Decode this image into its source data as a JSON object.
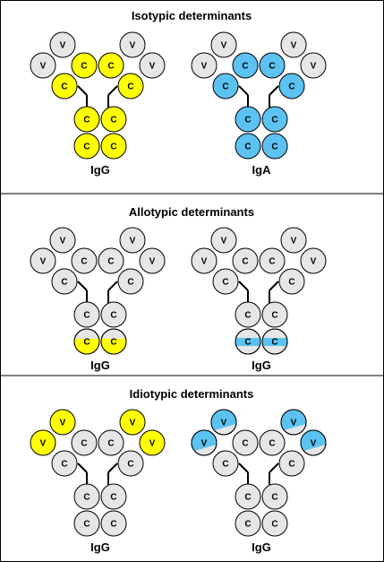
{
  "colors": {
    "grey": "#e6e6e6",
    "yellow": "#ffff00",
    "blue": "#5cc2f2",
    "outline": "#000000",
    "divider": "#000000"
  },
  "panels": [
    {
      "title": "Isotypic determinants",
      "antibodies": [
        {
          "name": "IgG",
          "fills": {
            "V": "grey",
            "CL": "yellow",
            "CH1": "yellow",
            "CH2": "yellow",
            "CH3": "yellow"
          }
        },
        {
          "name": "IgA",
          "fills": {
            "V": "grey",
            "CL": "blue",
            "CH1": "blue",
            "CH2": "blue",
            "CH3": "blue"
          }
        }
      ]
    },
    {
      "title": "Allotypic determinants",
      "antibodies": [
        {
          "name": "IgG",
          "fills": {
            "V": "grey",
            "CL": "grey",
            "CH1": "grey",
            "CH2": "grey",
            "CH3": "grey"
          },
          "band": {
            "part": "CH3",
            "color": "yellow",
            "style": "lower"
          }
        },
        {
          "name": "IgG",
          "fills": {
            "V": "grey",
            "CL": "grey",
            "CH1": "grey",
            "CH2": "grey",
            "CH3": "grey"
          },
          "band": {
            "part": "CH3",
            "color": "blue",
            "style": "stripe"
          }
        }
      ]
    },
    {
      "title": "Idiotypic determinants",
      "antibodies": [
        {
          "name": "IgG",
          "fills": {
            "V": "yellow",
            "CL": "grey",
            "CH1": "grey",
            "CH2": "grey",
            "CH3": "grey"
          }
        },
        {
          "name": "IgG",
          "fills": {
            "V": "grey",
            "CL": "grey",
            "CH1": "grey",
            "CH2": "grey",
            "CH3": "grey"
          },
          "band": {
            "part": "V",
            "color": "blue",
            "style": "partial"
          }
        }
      ]
    }
  ],
  "domain_labels": {
    "variable": "V",
    "constant": "C"
  }
}
